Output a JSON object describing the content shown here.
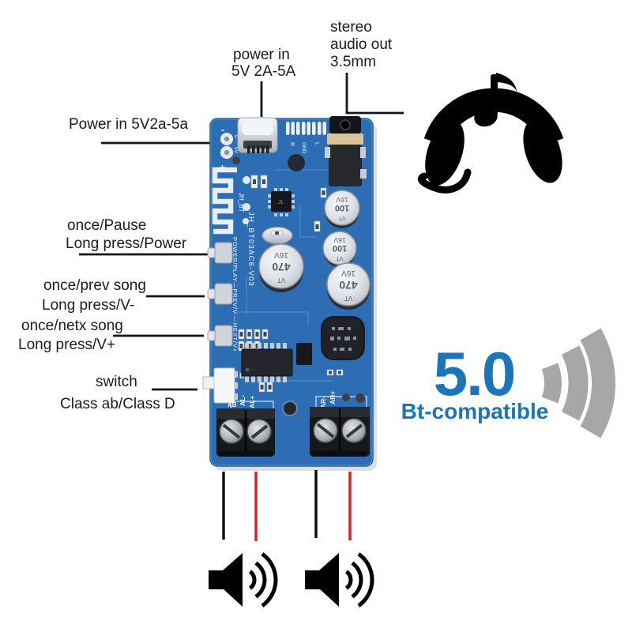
{
  "colors": {
    "accent": "#1b75bc",
    "pcb": "#2c6db4",
    "wire_red": "#e02024",
    "wire_black": "#111111",
    "icon_gray": "#a7a7a7"
  },
  "callouts": {
    "top_power": {
      "line1": "power in",
      "line2": "5V 2A-5A"
    },
    "audio_out": {
      "line1": "stereo",
      "line2": "audio out",
      "line3": "3.5mm"
    },
    "left_power": {
      "text": "Power in   5V2a-5a"
    },
    "btn_play": {
      "line1": "once/Pause",
      "line2": "Long press/Power"
    },
    "btn_prev": {
      "line1": "once/prev song",
      "line2": "Long press/V-"
    },
    "btn_next": {
      "line1": "once/netx song",
      "line2": "Long press/V+"
    },
    "mode_switch": {
      "line1": "switch",
      "line2": "Class ab/Class D"
    }
  },
  "bluetooth": {
    "version": "5.0",
    "label": "Bt-compatible"
  },
  "board": {
    "silk": {
      "name": "JH_BT",
      "model": "JH_BT03AC6-V03",
      "controls": "POWER/PLAY—PREV/V-—NEXT/V+",
      "pad_minus": "-",
      "pad_plus": "+",
      "pad_vminus": "V-",
      "pad_5v": "5V",
      "audio_r": "R",
      "audio_gnd": "GND",
      "audio_l": "L",
      "switch_d": "D",
      "switch_ab": "AB",
      "al_minus": "AL-",
      "al_plus": "AL+",
      "ar_minus": "AR-",
      "ar_plus": "AR+"
    },
    "chip_logo": "JL",
    "cap_470": "470",
    "cap_100": "100",
    "cap_volt": "16V",
    "cap_brand": "VT"
  }
}
